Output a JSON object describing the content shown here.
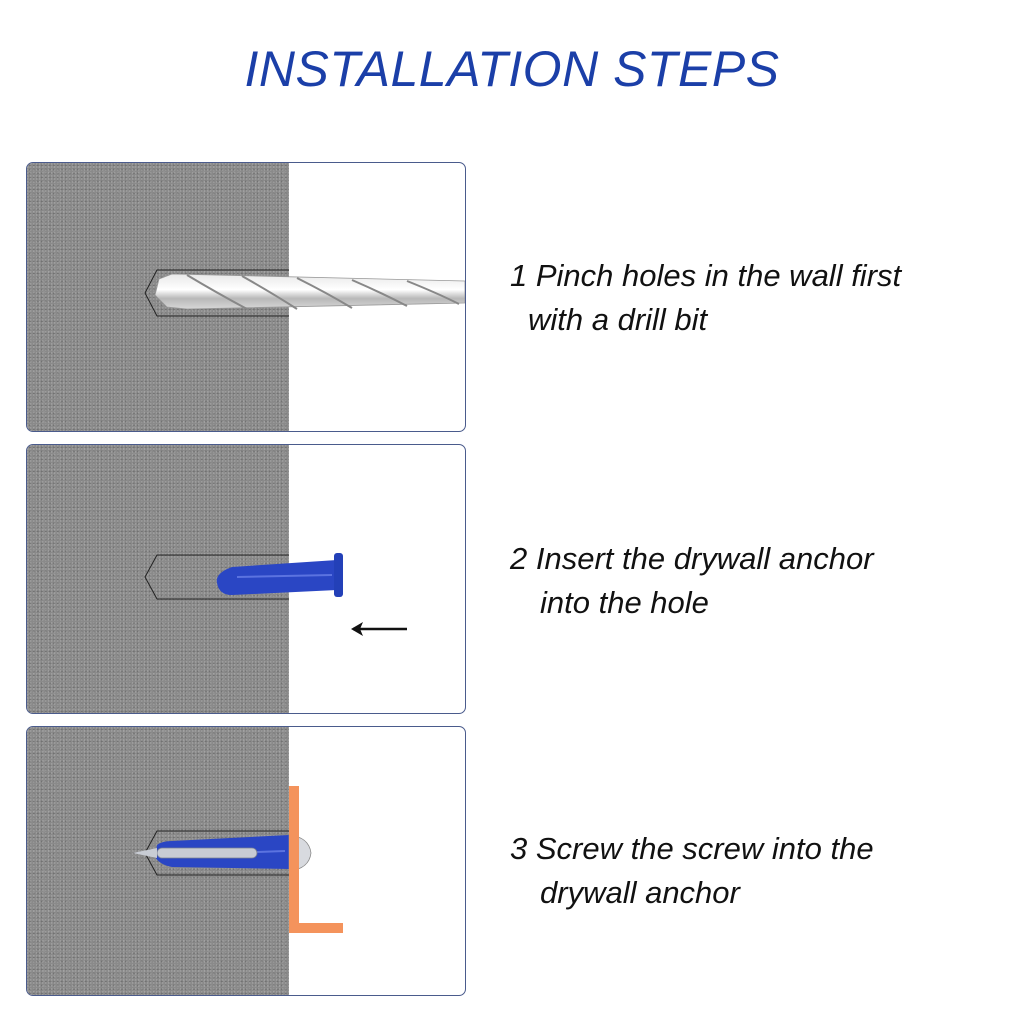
{
  "title": "INSTALLATION STEPS",
  "colors": {
    "title": "#1b3fa8",
    "panel_border": "#4a5b8c",
    "wall": "#8a8a8a",
    "anchor": "#2a46c4",
    "bracket": "#f4935c"
  },
  "steps": [
    {
      "number": "1",
      "line1": "1 Pinch holes in the wall first",
      "line2": "with a drill bit",
      "illustration": "drill-bit-in-wall"
    },
    {
      "number": "2",
      "line1": "2 Insert the drywall anchor",
      "line2": "into the hole",
      "illustration": "anchor-insertion-with-arrow"
    },
    {
      "number": "3",
      "line1": "3 Screw the screw into the",
      "line2": "drywall anchor",
      "illustration": "screw-in-anchor-with-bracket"
    }
  ]
}
